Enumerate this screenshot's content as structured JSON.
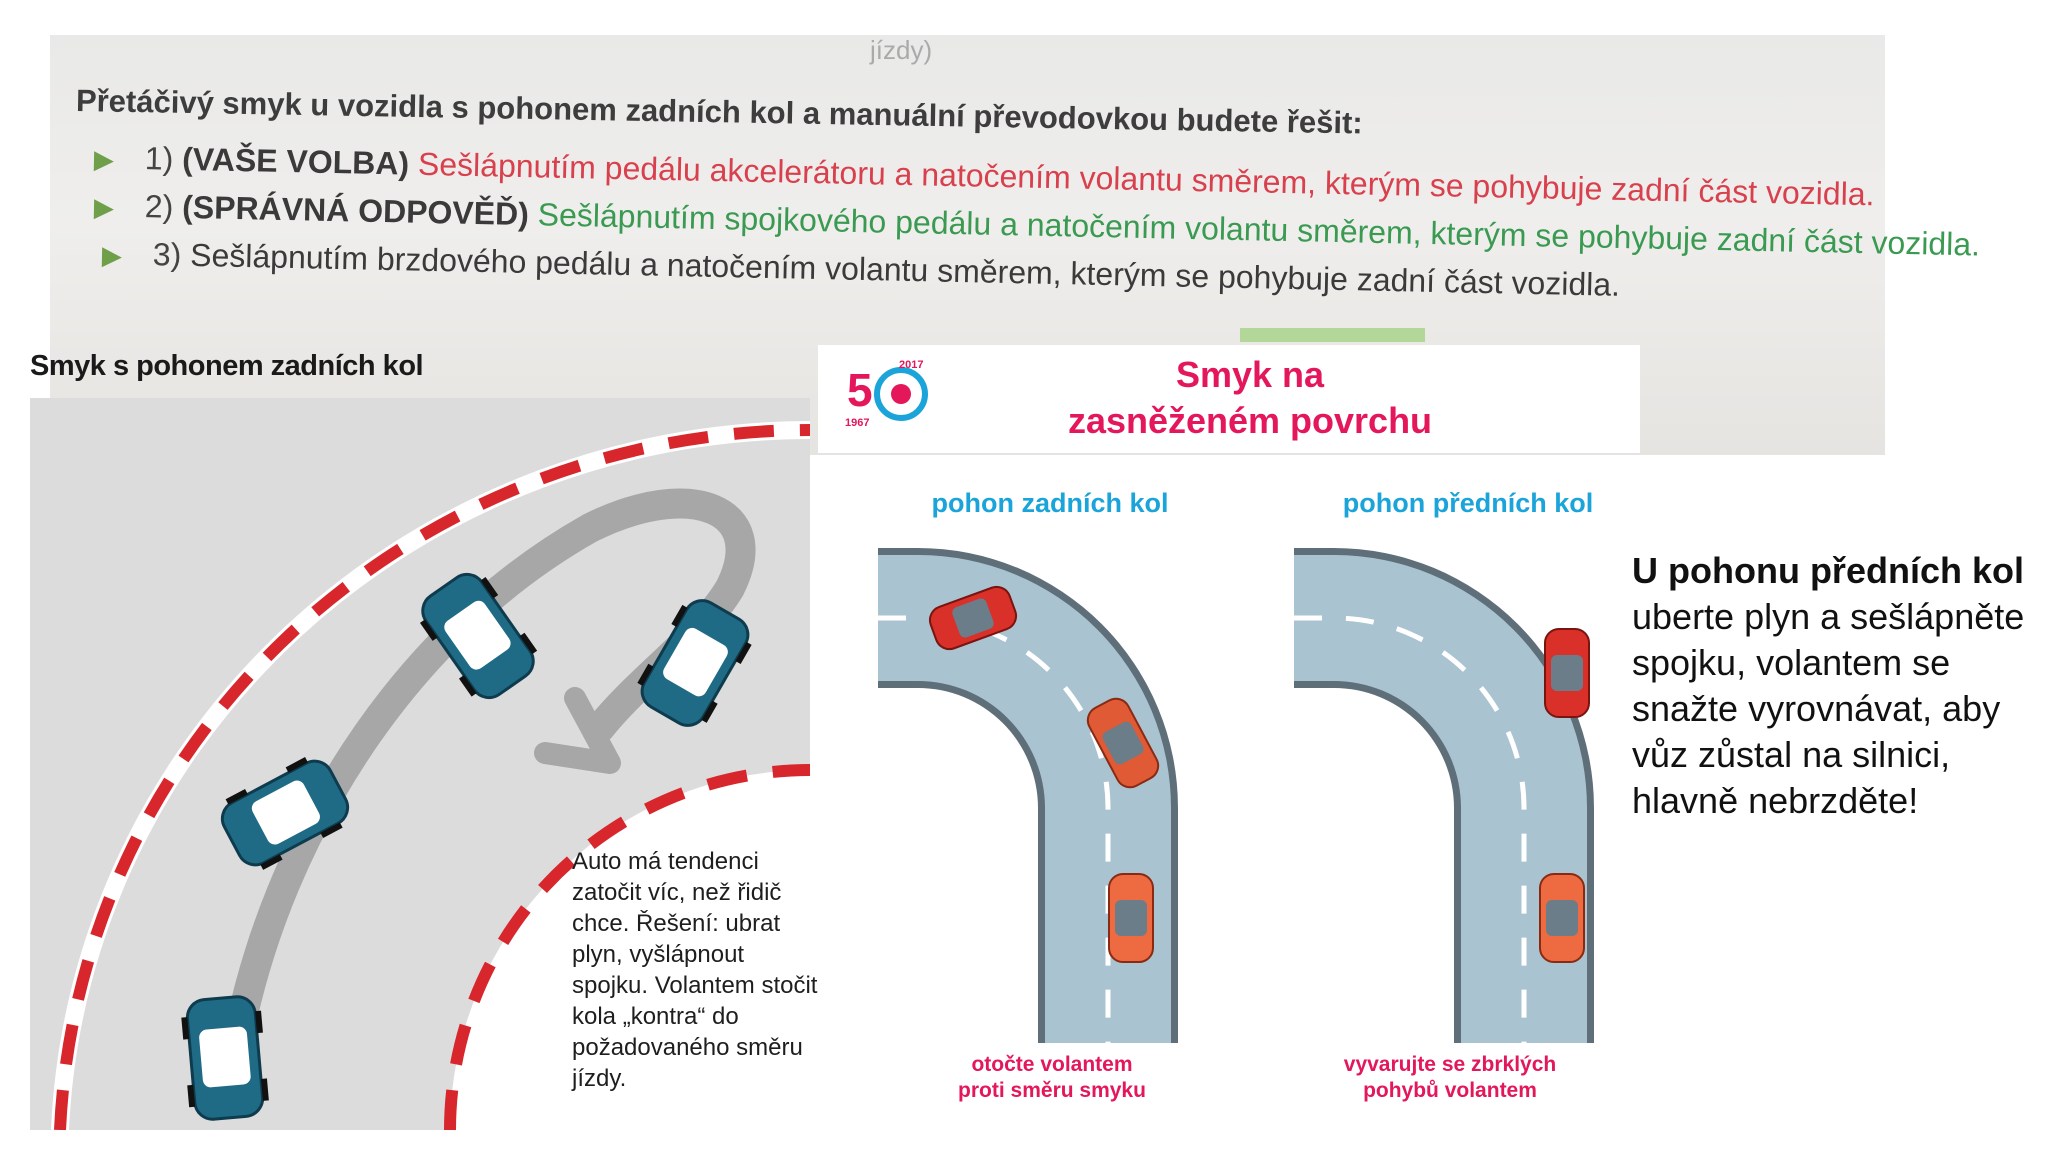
{
  "quiz": {
    "faint_text": "jízdy)",
    "question": "Přetáčivý smyk u vozidla s pohonem zadních kol a manuální převodovkou budete řešit:",
    "options": [
      {
        "number": "1)",
        "tag": "(VAŠE VOLBA)",
        "text": "Sešlápnutím pedálu akcelerátoru a natočením volantu směrem, kterým se pohybuje zadní část vozidla."
      },
      {
        "number": "2)",
        "tag": "(SPRÁVNÁ ODPOVĚĎ)",
        "text": "Sešlápnutím spojkového pedálu a natočením volantu směrem, kterým se pohybuje zadní část vozidla."
      },
      {
        "number": "3)",
        "tag": "",
        "text": "Sešlápnutím brzdového pedálu a natočením volantu směrem, kterým se pohybuje zadní část vozidla."
      }
    ]
  },
  "left": {
    "title": "Smyk s pohonem zadních kol",
    "caption": "Auto má tendenci zatočit víc, než řidič chce. Řešení: ubrat plyn, vyšlápnout spojku. Volantem stočit kola „kontra“ do požadovaného směru jízdy."
  },
  "poster": {
    "logo_years": [
      "1967",
      "2017"
    ],
    "logo_number": "50",
    "title_line1": "Smyk na",
    "title_line2": "zasněženém povrchu",
    "rear_label": "pohon zadních kol",
    "front_label": "pohon předních kol",
    "rear_tip_line1": "otočte volantem",
    "rear_tip_line2": "proti směru smyku",
    "front_tip_line1": "vyvarujte se zbrklých",
    "front_tip_line2": "pohybů volantem"
  },
  "note": {
    "lead": "U pohonu předních kol",
    "body": "uberte plyn a sešlápněte spojku, volantem se snažte vyrovnávat, aby vůz zůstal na silnici, hlavně nebrzděte!"
  },
  "colors": {
    "wrong": "#d9404d",
    "correct": "#3a9a52",
    "poster_pink": "#e3175a",
    "poster_blue": "#1ba4d9",
    "car_teal": "#1f6b86",
    "car_red": "#d9302a"
  }
}
